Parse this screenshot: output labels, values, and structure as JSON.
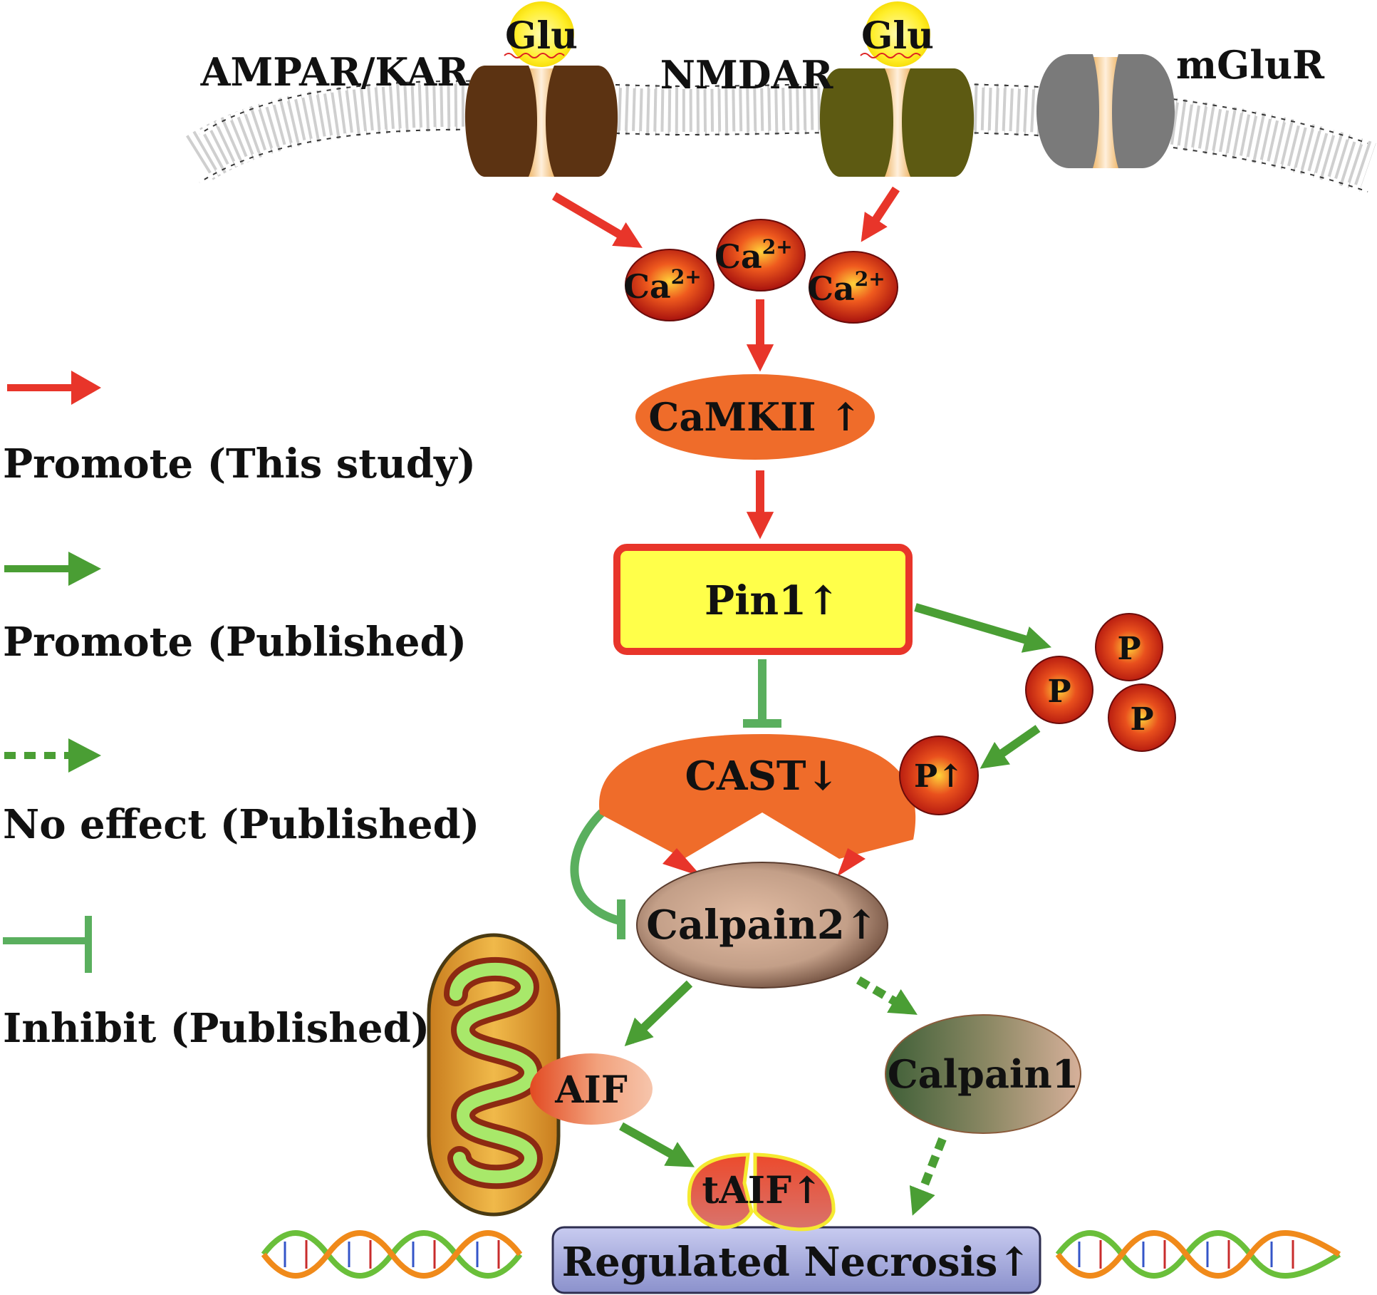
{
  "receptors": {
    "ampar_kar": "AMPAR/KAR",
    "nmdar": "NMDAR",
    "mglur": "mGluR",
    "glu_1": "Glu",
    "glu_2": "Glu"
  },
  "ions": {
    "ca_1": "Ca",
    "ca_2": "Ca",
    "ca_3": "Ca",
    "charge": "2+"
  },
  "nodes": {
    "camkii": "CaMKII ↑",
    "pin1": "Pin1↑",
    "cast": "CAST↓",
    "p_up": "P↑",
    "p_1": "P",
    "p_2": "P",
    "p_3": "P",
    "calpain2": "Calpain2↑",
    "calpain1": "Calpain1",
    "aif": "AIF",
    "taif": "tAIF↑",
    "necrosis": "Regulated Necrosis↑"
  },
  "legend": {
    "promote_this_study": "Promote (This study)",
    "promote_published": "Promote (Published)",
    "no_effect_published": "No effect (Published)",
    "inhibit_published": "Inhibit (Published)"
  },
  "colors": {
    "red_arrow": "#e8352a",
    "green_arrow": "#4a9e34",
    "inhibit_green": "#5aaf5e",
    "orange_node": "#ef6c2a",
    "pin1_fill": "#ffff4a",
    "pin1_border": "#e8352a",
    "ampar_brown": "#5c3312",
    "nmdar_olive": "#5d5a12",
    "mglur_grey": "#7a7a7a",
    "necrosis_fill": "#9fa4d8"
  }
}
